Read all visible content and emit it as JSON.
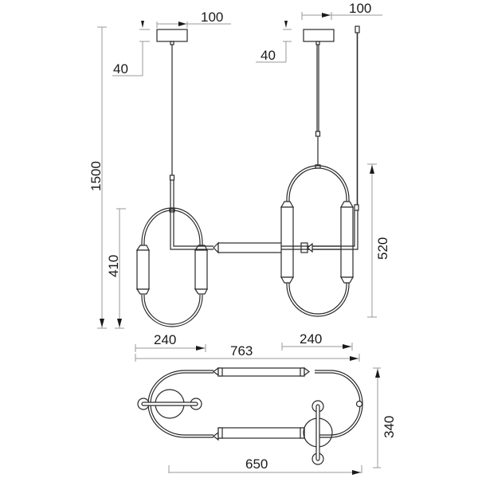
{
  "drawing": {
    "title": "Pendant lamp dimension drawing",
    "units": "mm",
    "colors": {
      "line": "#2a2a2a",
      "dimension": "#9a9a9a",
      "text": "#1a1a1a",
      "background": "#ffffff"
    }
  },
  "dimensions": {
    "canopy_left_width": "100",
    "canopy_left_height": "40",
    "canopy_right_width": "100",
    "canopy_right_height": "40",
    "total_height": "1500",
    "left_loop_height": "410",
    "right_loop_height": "520",
    "left_loop_width": "240",
    "right_loop_width": "240",
    "overall_width": "763",
    "top_view_width": "650",
    "top_view_depth": "340"
  },
  "views": [
    "front-elevation",
    "top-plan"
  ]
}
